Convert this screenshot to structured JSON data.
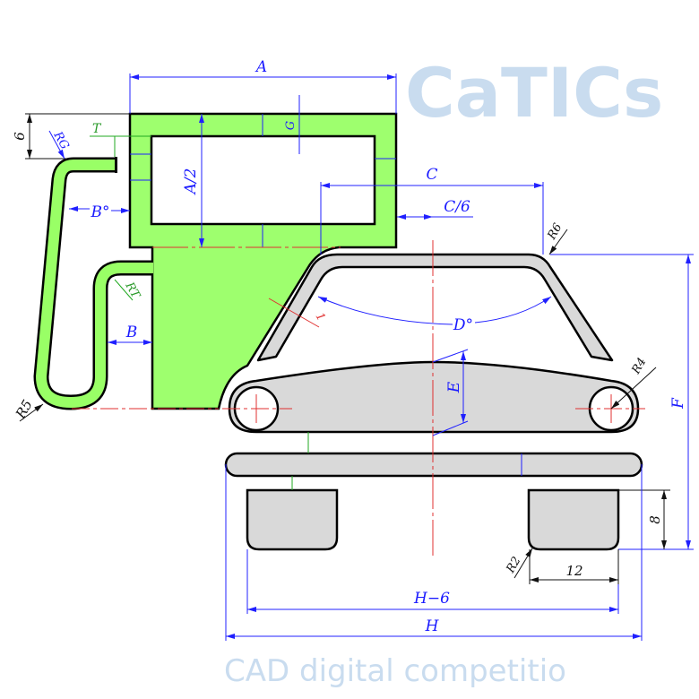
{
  "watermark": {
    "logo": "CaTICs",
    "tagline": "CAD digital competitio"
  },
  "colors": {
    "green_part": "#99ff66",
    "gray_part": "#d9d9d9",
    "dimension": "#1a1aff",
    "centerline": "#e03030"
  },
  "dimensions": {
    "A": "A",
    "A_half": "A/2",
    "six": "6",
    "RG": "RG",
    "T": "T",
    "G": "G",
    "B_deg": "B°",
    "B": "B",
    "RT": "RT",
    "R5": "R5",
    "C": "C",
    "C_sixth": "C/6",
    "R6": "R6",
    "D_deg": "D°",
    "E": "E",
    "one": "1",
    "R4": "R4",
    "F": "F",
    "eight": "8",
    "twelve": "12",
    "R2": "R2",
    "H_minus_6": "H−6",
    "H": "H"
  }
}
